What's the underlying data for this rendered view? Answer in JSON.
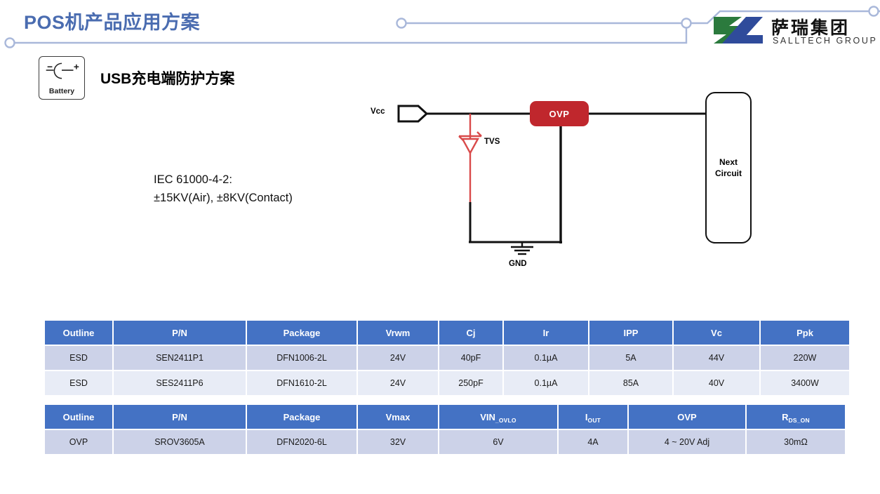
{
  "slide": {
    "title": "POS机产品应用方案",
    "title_color": "#4a6cb0",
    "background": "#ffffff"
  },
  "brand": {
    "logo_cn": "萨瑞集团",
    "logo_en": "SALLTECH GROUP",
    "mark_green": "#2b7a3d",
    "mark_blue": "#2f4b9b"
  },
  "section": {
    "icon_label": "Battery",
    "icon_minus": "−",
    "icon_plus": "+",
    "heading_latin": "USB",
    "heading_cn": "充电端防护方案"
  },
  "note": {
    "line1": "IEC 61000-4-2:",
    "line2": "±15KV(Air), ±8KV(Contact)"
  },
  "schematic": {
    "vcc_label": "Vcc",
    "tvs_label": "TVS",
    "ovp_label": "OVP",
    "gnd_label": "GND",
    "next_circuit_line1": "Next",
    "next_circuit_line2": "Circuit",
    "tvs_color": "#d94a4a",
    "ovp_color": "#c0272d",
    "wire_color": "#111111"
  },
  "tables": [
    {
      "id": "esd",
      "header_bg": "#4472c4",
      "headers": [
        "Outline",
        "P/N",
        "Package",
        "Vrwm",
        "Cj",
        "Ir",
        "IPP",
        "Vc",
        "Ppk"
      ],
      "rows": [
        [
          "ESD",
          "SEN2411P1",
          "DFN1006-2L",
          "24V",
          "40pF",
          "0.1µA",
          "5A",
          "44V",
          "220W"
        ],
        [
          "ESD",
          "SES2411P6",
          "DFN1610-2L",
          "24V",
          "250pF",
          "0.1µA",
          "85A",
          "40V",
          "3400W"
        ]
      ]
    },
    {
      "id": "ovp",
      "header_bg": "#4472c4",
      "headers_rich": [
        {
          "main": "Outline",
          "sub": ""
        },
        {
          "main": "P/N",
          "sub": ""
        },
        {
          "main": "Package",
          "sub": ""
        },
        {
          "main": "Vmax",
          "sub": ""
        },
        {
          "main": "VIN",
          "sub": "_OVLO"
        },
        {
          "main": "I",
          "sub": "OUT"
        },
        {
          "main": "OVP",
          "sub": ""
        },
        {
          "main": "R",
          "sub": "DS_ON"
        }
      ],
      "rows": [
        [
          "OVP",
          "SROV3605A",
          "DFN2020-6L",
          "32V",
          "6V",
          "4A",
          "4 ~ 20V Adj",
          "30mΩ"
        ]
      ]
    }
  ]
}
